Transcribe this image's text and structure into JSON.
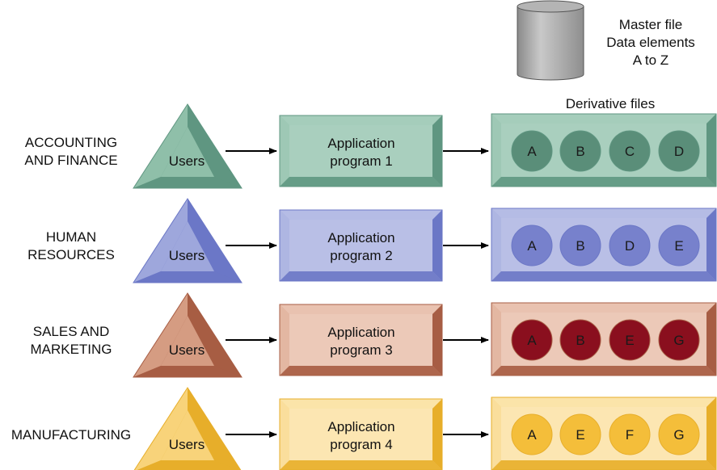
{
  "master": {
    "line1": "Master file",
    "line2": "Data elements",
    "line3": "A to Z"
  },
  "derivative_label": "Derivative files",
  "rows": [
    {
      "dept_lines": [
        "ACCOUNTING",
        "AND FINANCE"
      ],
      "users": "Users",
      "app_line1": "Application",
      "app_line2": "program 1",
      "files": [
        "A",
        "B",
        "C",
        "D"
      ],
      "colors": {
        "light": "#a9cfbe",
        "mid": "#8fbfa9",
        "dark": "#5f9681",
        "circle": "#5a8e79",
        "circle_text": "#1a1a1a"
      }
    },
    {
      "dept_lines": [
        "HUMAN",
        "RESOURCES"
      ],
      "users": "Users",
      "app_line1": "Application",
      "app_line2": "program 2",
      "files": [
        "A",
        "B",
        "D",
        "E"
      ],
      "colors": {
        "light": "#b9bfe6",
        "mid": "#9ea7dc",
        "dark": "#6b77c6",
        "circle": "#7781cc",
        "circle_text": "#1a1a1a"
      }
    },
    {
      "dept_lines": [
        "SALES AND",
        "MARKETING"
      ],
      "users": "Users",
      "app_line1": "Application",
      "app_line2": "program 3",
      "files": [
        "A",
        "B",
        "E",
        "G"
      ],
      "colors": {
        "light": "#ecc9b8",
        "mid": "#d59c82",
        "dark": "#a75d44",
        "circle": "#8a0f1e",
        "circle_text": "#1a1a1a"
      }
    },
    {
      "dept_lines": [
        "MANUFACTURING"
      ],
      "users": "Users",
      "app_line1": "Application",
      "app_line2": "program 4",
      "files": [
        "A",
        "E",
        "F",
        "G"
      ],
      "colors": {
        "light": "#fce6b2",
        "mid": "#f8d37a",
        "dark": "#e7ae2a",
        "circle": "#f4be3a",
        "circle_text": "#1a1a1a"
      }
    }
  ]
}
